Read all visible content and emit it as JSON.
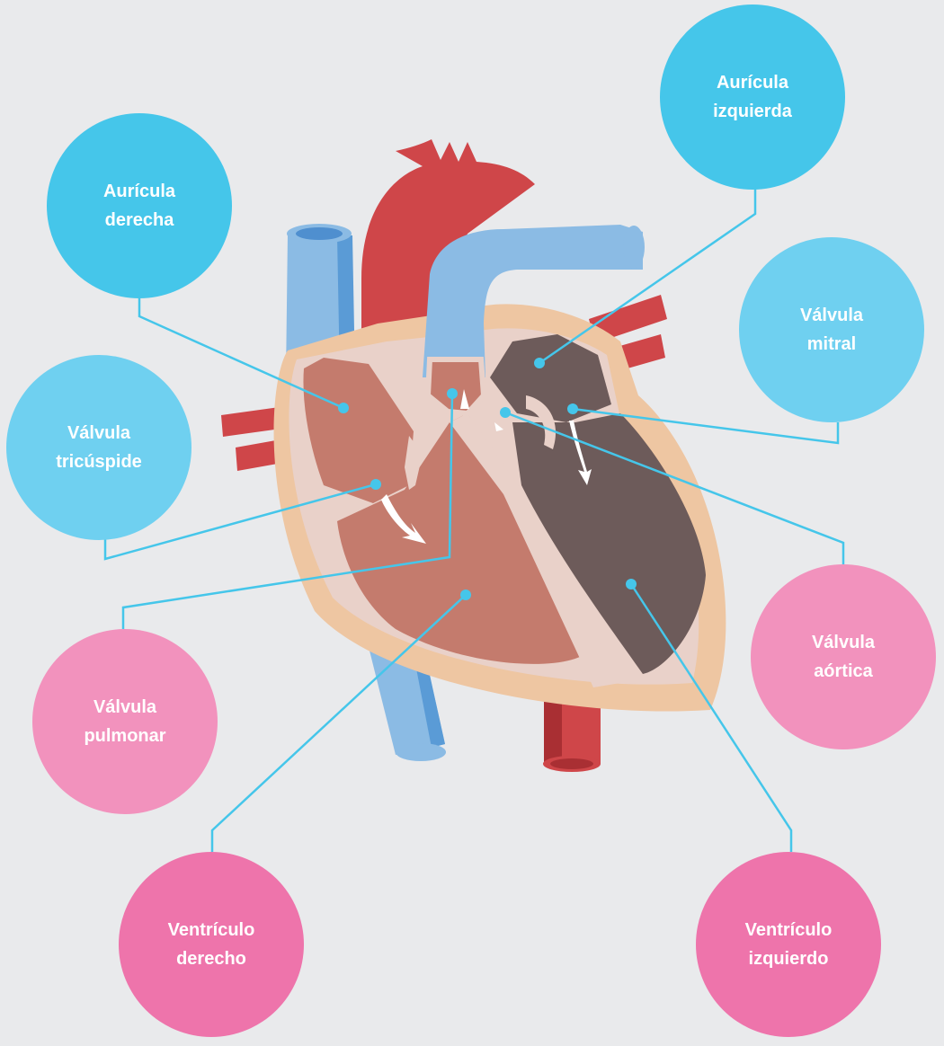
{
  "labels": {
    "auricula_derecha": "Aurícula\nderecha",
    "auricula_izquierda": "Aurícula\nizquierda",
    "valvula_mitral": "Válvula\nmitral",
    "valvula_tricuspide": "Válvula\ntricúspide",
    "valvula_aortica": "Válvula\naórtica",
    "valvula_pulmonar": "Válvula\npulmonar",
    "ventriculo_derecho": "Ventrículo\nderecho",
    "ventriculo_izquierdo": "Ventrículo\nizquierdo"
  },
  "colors": {
    "background": "#e9eaec",
    "atrium_bubble": "#45c6ea",
    "valve_blue_bubble": "#6fd0f0",
    "valve_pink_bubble": "#f292bd",
    "ventricle_bubble": "#ee74ab",
    "leader_line": "#45c6ea",
    "vessel_red": "#cf4649",
    "vessel_blue": "#8bbbe4",
    "right_chamber": "#c47b6d",
    "left_chamber": "#6d5b5a",
    "wall": "#e9d1c9",
    "outer_wall": "#eec6a2"
  },
  "icons": {
    "flow_arrow": "white-curved-arrow-icon",
    "leader_dot": "dot-icon"
  }
}
